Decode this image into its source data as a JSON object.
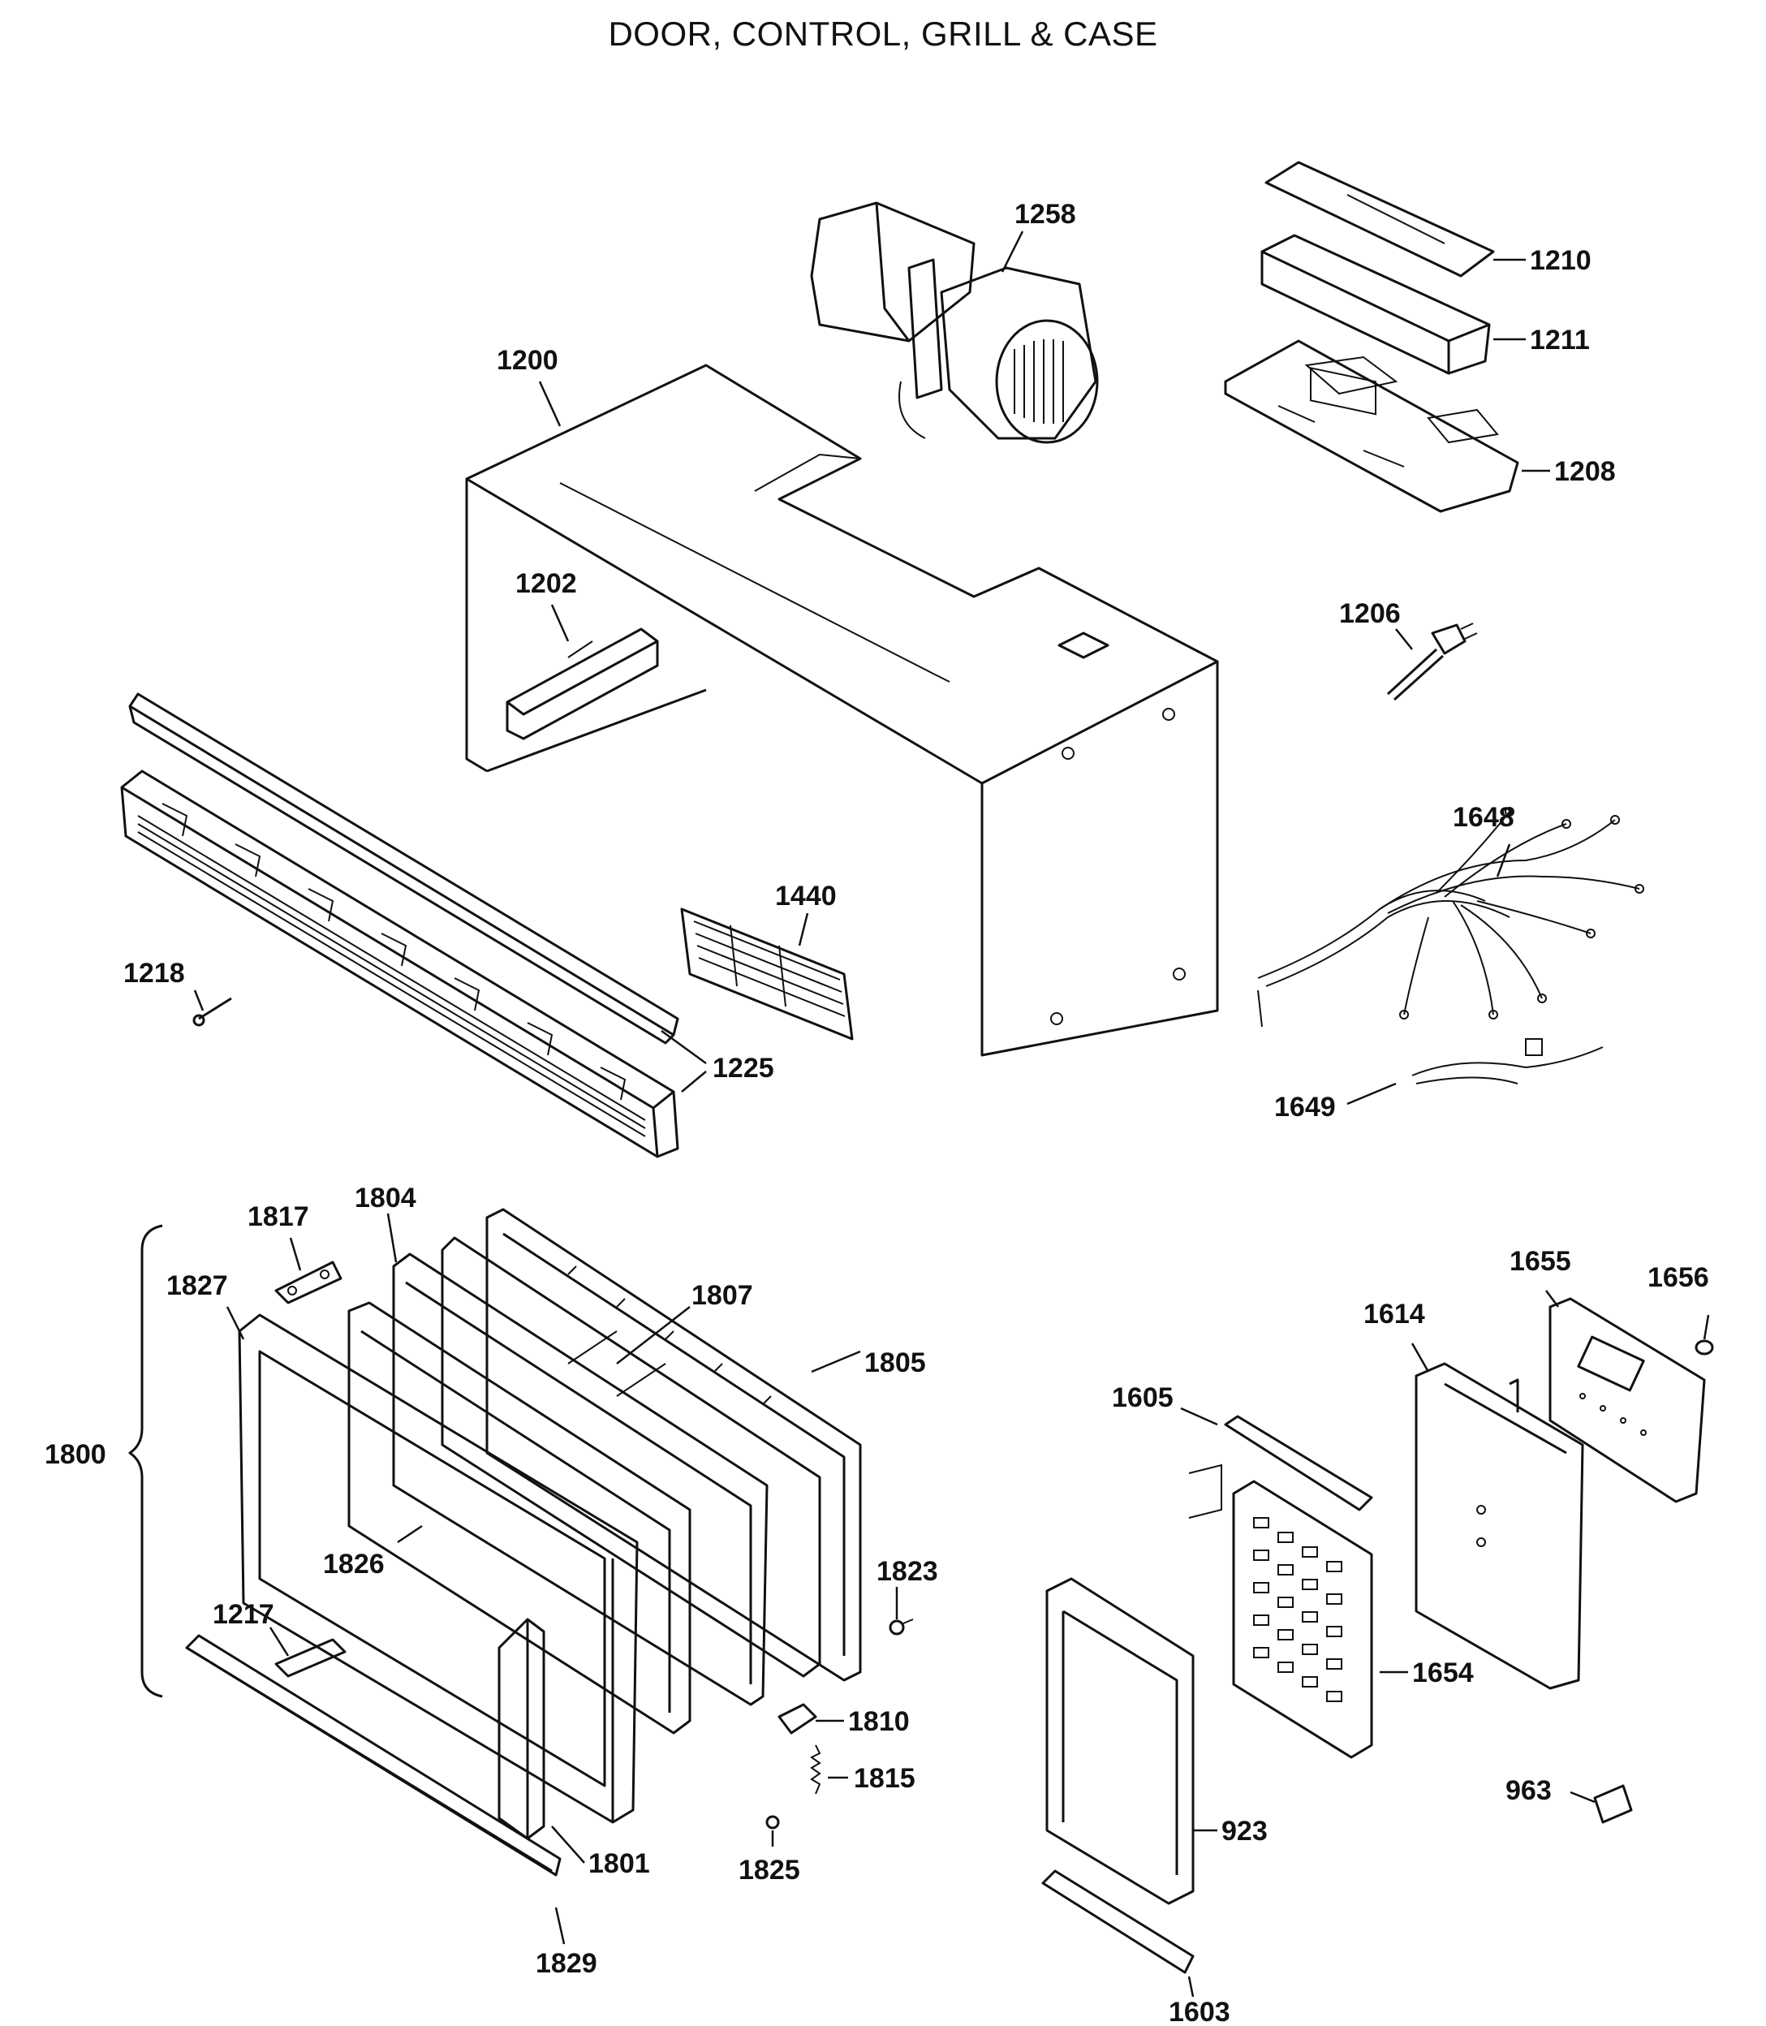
{
  "title": "DOOR, CONTROL, GRILL & CASE",
  "parts": [
    {
      "id": "1258"
    },
    {
      "id": "1210"
    },
    {
      "id": "1211"
    },
    {
      "id": "1208"
    },
    {
      "id": "1200"
    },
    {
      "id": "1202"
    },
    {
      "id": "1206"
    },
    {
      "id": "1648"
    },
    {
      "id": "1440"
    },
    {
      "id": "1218"
    },
    {
      "id": "1225"
    },
    {
      "id": "1649"
    },
    {
      "id": "1817"
    },
    {
      "id": "1804"
    },
    {
      "id": "1807"
    },
    {
      "id": "1805"
    },
    {
      "id": "1827"
    },
    {
      "id": "1800"
    },
    {
      "id": "1826"
    },
    {
      "id": "1823"
    },
    {
      "id": "1217"
    },
    {
      "id": "1810"
    },
    {
      "id": "1815"
    },
    {
      "id": "1801"
    },
    {
      "id": "1825"
    },
    {
      "id": "1829"
    },
    {
      "id": "1655"
    },
    {
      "id": "1656"
    },
    {
      "id": "1614"
    },
    {
      "id": "1605"
    },
    {
      "id": "1654"
    },
    {
      "id": "923"
    },
    {
      "id": "963"
    },
    {
      "id": "1603"
    }
  ]
}
